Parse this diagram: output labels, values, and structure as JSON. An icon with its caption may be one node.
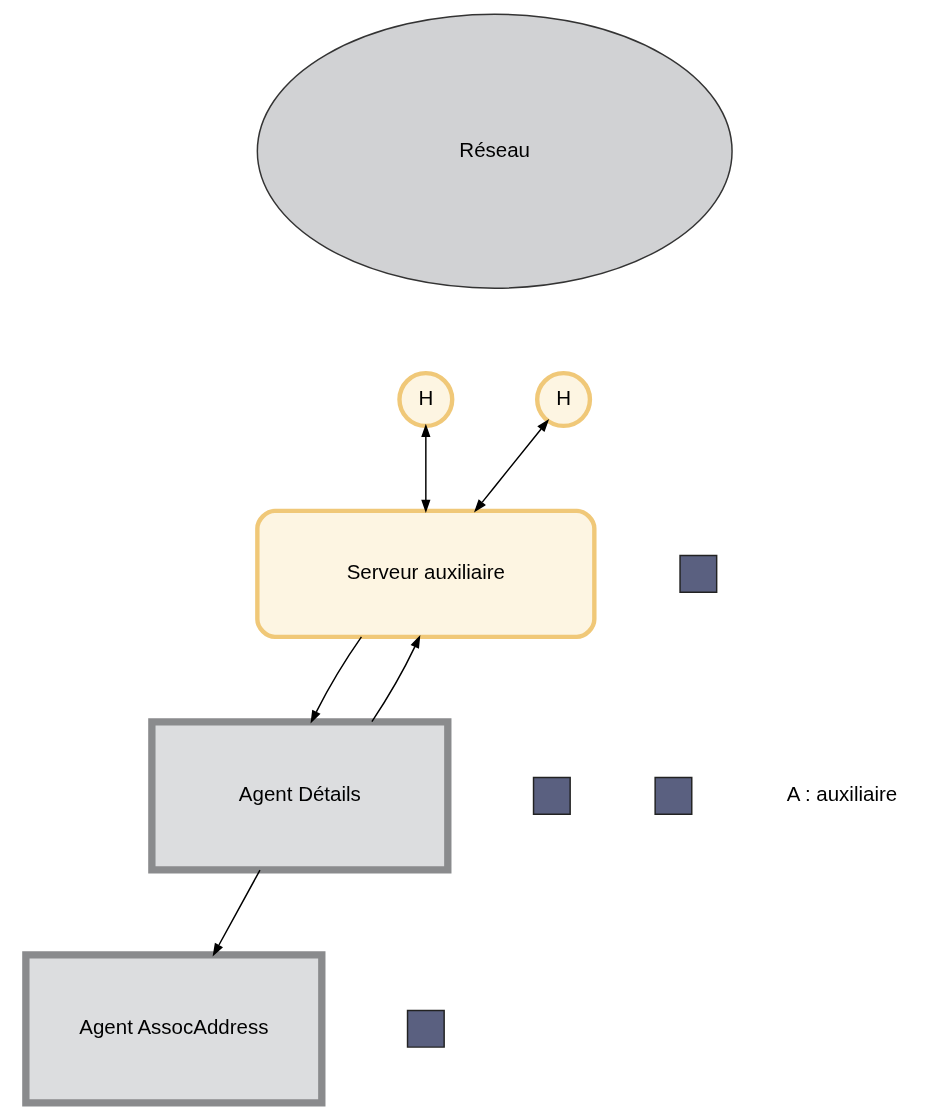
{
  "diagram": {
    "nodes": [
      {
        "text": [
          "Réseau"
        ]
      },
      {
        "text": [
          "H"
        ]
      },
      {
        "text": [
          "H"
        ]
      },
      {
        "text": [
          "Serveur auxiliaire"
        ]
      },
      {
        "text": [
          "Agent Détails"
        ]
      },
      {
        "text": [
          "Agent AssocAddress"
        ]
      },
      {
        "text": [],
        "shape": "box"
      },
      {
        "text": [],
        "shape": "box"
      },
      {
        "text": [],
        "shape": "box"
      },
      {
        "text": [],
        "shape": "box"
      }
    ],
    "edges": [
      {
        "from": 1,
        "to": 3,
        "arrow": "both"
      },
      {
        "from": 2,
        "to": 3,
        "arrow": "both"
      },
      {
        "from": 4,
        "to": 3,
        "arrow": "to"
      },
      {
        "from": 3,
        "to": 4,
        "arrow": "to"
      },
      {
        "from": 4,
        "to": 5,
        "arrow": "to"
      }
    ],
    "labels": [
      "A : auxiliaire"
    ]
  }
}
